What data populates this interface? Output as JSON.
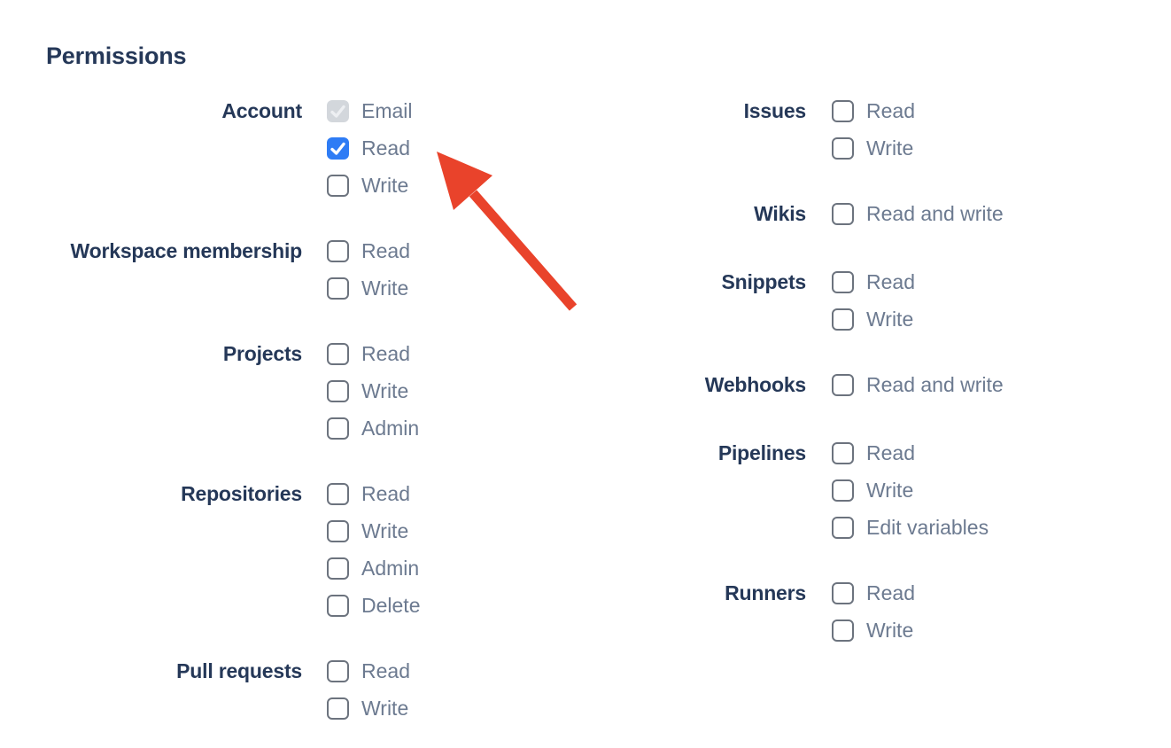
{
  "title": "Permissions",
  "colors": {
    "heading_text": "#253858",
    "group_label_text": "#253858",
    "option_label_text": "#6C7A90",
    "checkbox_checked_bg": "#2E7CF5",
    "checkbox_check": "#FFFFFF",
    "checkbox_disabled_bg": "#D3D7DC",
    "checkbox_disabled_check": "#EDEFF2",
    "checkbox_border": "#6C737E",
    "arrow": "#E9432B"
  },
  "permissions": {
    "left_column": [
      {
        "group": "Account",
        "options": [
          {
            "label": "Email",
            "state": "checked-disabled"
          },
          {
            "label": "Read",
            "state": "checked"
          },
          {
            "label": "Write",
            "state": "unchecked"
          }
        ]
      },
      {
        "group": "Workspace membership",
        "options": [
          {
            "label": "Read",
            "state": "unchecked"
          },
          {
            "label": "Write",
            "state": "unchecked"
          }
        ]
      },
      {
        "group": "Projects",
        "options": [
          {
            "label": "Read",
            "state": "unchecked"
          },
          {
            "label": "Write",
            "state": "unchecked"
          },
          {
            "label": "Admin",
            "state": "unchecked"
          }
        ]
      },
      {
        "group": "Repositories",
        "options": [
          {
            "label": "Read",
            "state": "unchecked"
          },
          {
            "label": "Write",
            "state": "unchecked"
          },
          {
            "label": "Admin",
            "state": "unchecked"
          },
          {
            "label": "Delete",
            "state": "unchecked"
          }
        ]
      },
      {
        "group": "Pull requests",
        "options": [
          {
            "label": "Read",
            "state": "unchecked"
          },
          {
            "label": "Write",
            "state": "unchecked"
          }
        ]
      }
    ],
    "right_column": [
      {
        "group": "Issues",
        "options": [
          {
            "label": "Read",
            "state": "unchecked"
          },
          {
            "label": "Write",
            "state": "unchecked"
          }
        ]
      },
      {
        "group": "Wikis",
        "options": [
          {
            "label": "Read and write",
            "state": "unchecked"
          }
        ]
      },
      {
        "group": "Snippets",
        "options": [
          {
            "label": "Read",
            "state": "unchecked"
          },
          {
            "label": "Write",
            "state": "unchecked"
          }
        ]
      },
      {
        "group": "Webhooks",
        "options": [
          {
            "label": "Read and write",
            "state": "unchecked"
          }
        ]
      },
      {
        "group": "Pipelines",
        "options": [
          {
            "label": "Read",
            "state": "unchecked"
          },
          {
            "label": "Write",
            "state": "unchecked"
          },
          {
            "label": "Edit variables",
            "state": "unchecked"
          }
        ]
      },
      {
        "group": "Runners",
        "options": [
          {
            "label": "Read",
            "state": "unchecked"
          },
          {
            "label": "Write",
            "state": "unchecked"
          }
        ]
      }
    ]
  },
  "annotation": {
    "type": "arrow",
    "color": "#E9432B",
    "points_to": "account-read-checkbox"
  }
}
